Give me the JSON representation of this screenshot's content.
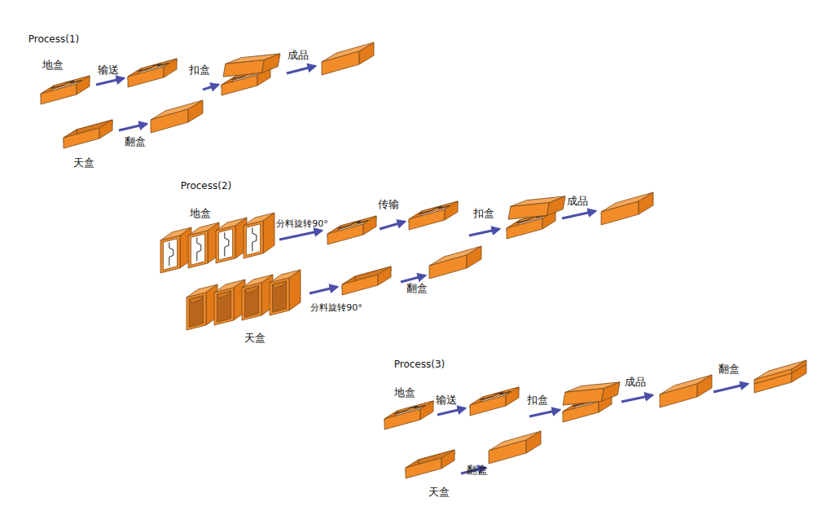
{
  "diagram": {
    "labels": [
      "Process(1)",
      "地盒",
      "输送",
      "扣盒",
      "成品",
      "翻盒",
      "天盒",
      "Process(2)",
      "地盒",
      "分料旋转90°",
      "传输",
      "扣盒",
      "成品",
      "分料旋转90°",
      "翻盒",
      "天盒",
      "Process(3)",
      "地盒",
      "输送",
      "扣盒",
      "成品",
      "翻盒",
      "翻盒",
      "天盒"
    ]
  }
}
